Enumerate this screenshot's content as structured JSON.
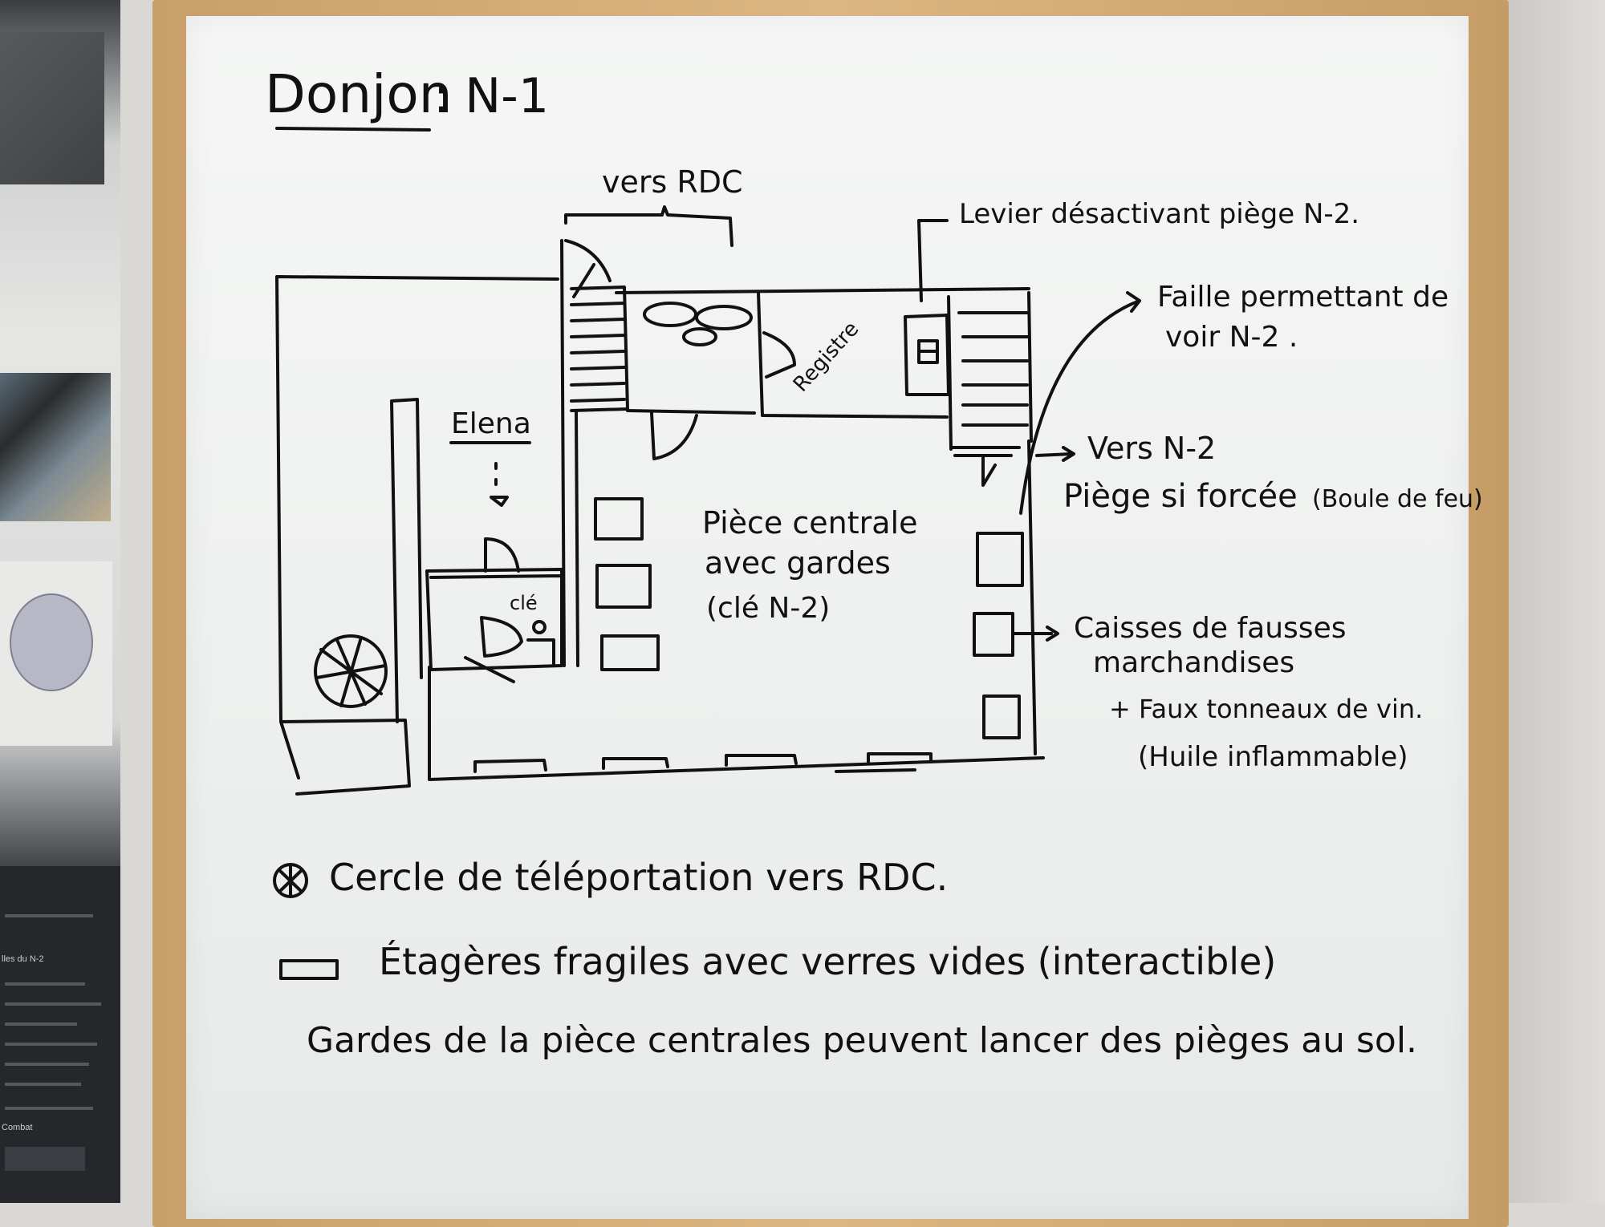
{
  "board": {
    "title": "Donjon",
    "title_level": ": N-1",
    "labels": {
      "vers_rdc": "vers RDC",
      "levier": "Levier désactivant piège N-2.",
      "faille_1": "Faille permettant de",
      "faille_2": "voir N-2 .",
      "registre": "Registre",
      "elena": "Elena",
      "cle": "clé",
      "vers_n2": "Vers N-2",
      "piege": "Piège si forcée",
      "piege_note": "(Boule de feu)",
      "piece_1": "Pièce centrale",
      "piece_2": "avec gardes",
      "piece_3": "(clé N-2)",
      "caisses_1": "Caisses de fausses",
      "caisses_2": "marchandises",
      "tonneaux": "+ Faux tonneaux de vin.",
      "huile": "(Huile inflammable)"
    },
    "legend": {
      "teleport": "Cercle de téléportation vers RDC.",
      "etageres": "Étagères fragiles avec verres vides (interactible)",
      "gardes": "Gardes de la pièce centrales peuvent lancer des pièges au sol."
    }
  },
  "background": {
    "laptop_lines": [
      "lles du N-2",
      "Combat"
    ]
  },
  "colors": {
    "ink": "#111111",
    "board": "#f2f3f2",
    "frame": "#d4ad78"
  }
}
